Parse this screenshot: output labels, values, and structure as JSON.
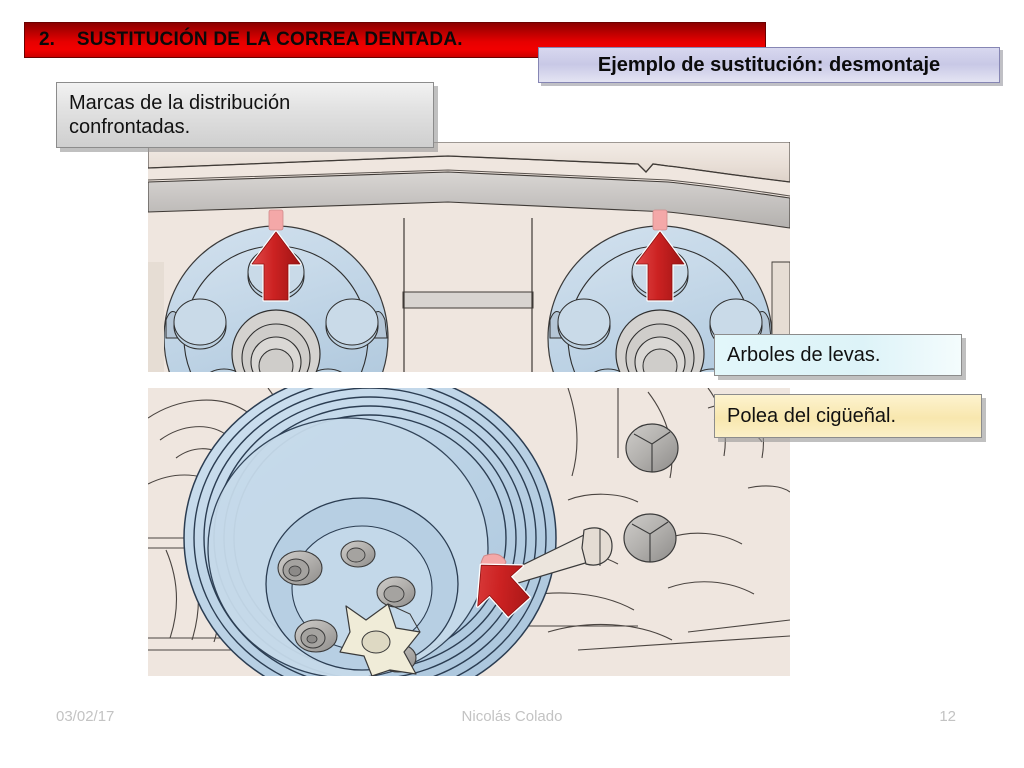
{
  "slide": {
    "title": {
      "number": "2.",
      "text": "SUSTITUCIÓN DE LA CORREA DENTADA."
    },
    "subtitle": "Ejemplo de sustitución: desmontaje"
  },
  "callouts": [
    {
      "id": "marcas",
      "line1": "Marcas de la distribución",
      "line2": "confrontadas."
    },
    {
      "id": "arboles",
      "line1": "Arboles de levas."
    },
    {
      "id": "polea",
      "line1": "Polea del cigüeñal."
    }
  ],
  "illustrations": {
    "top": {
      "name": "camshaft-sprockets-timing-marks",
      "description": "Dos ruedas dentadas de árbol de levas con correa dentada y marcas de distribución alineadas"
    },
    "bottom": {
      "name": "crankshaft-pulley-timing-mark",
      "description": "Polea del cigüeñal con marca de distribución y puntero de referencia"
    }
  },
  "footer": {
    "date": "03/02/17",
    "author": "Nicolás Colado",
    "page": "12"
  },
  "colors": {
    "title_red_dark": "#8c0000",
    "title_red_bright": "#f20000",
    "subtitle_lavender": "#c8c8e6",
    "callout_gray": "#e2e2e2",
    "callout_cyan": "#ddf3f8",
    "callout_yellow": "#f8e7ae",
    "arrow_red": "#cc2222",
    "timing_mark_pink": "#f4a8a8",
    "gear_blue": "#c2d6e8",
    "engine_beige": "#efe6df",
    "footer_gray": "#c3c3c3"
  }
}
